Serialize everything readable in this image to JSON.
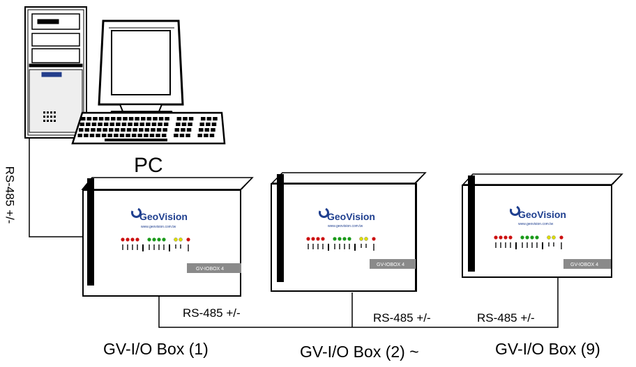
{
  "pc": {
    "label": "PC"
  },
  "connections": {
    "pc_link_label": "RS-485 +/-",
    "link_1_label": "RS-485 +/-",
    "link_2_label": "RS-485 +/-",
    "link_3_label": "RS-485 +/-"
  },
  "io_boxes": [
    {
      "caption": "GV-I/O Box (1)",
      "brand": "GeoVision",
      "url": "www.geovision.com.tw",
      "model": "GV-IOBOX 4"
    },
    {
      "caption": "GV-I/O Box (2) ~",
      "brand": "GeoVision",
      "url": "www.geovision.com.tw",
      "model": "GV-IOBOX 4"
    },
    {
      "caption": "GV-I/O Box (9)",
      "brand": "GeoVision",
      "url": "www.geovision.com.tw",
      "model": "GV-IOBOX 4"
    }
  ],
  "led_colors": {
    "red": "#cc1111",
    "green": "#1a9a1a",
    "yellow": "#dddd00"
  }
}
